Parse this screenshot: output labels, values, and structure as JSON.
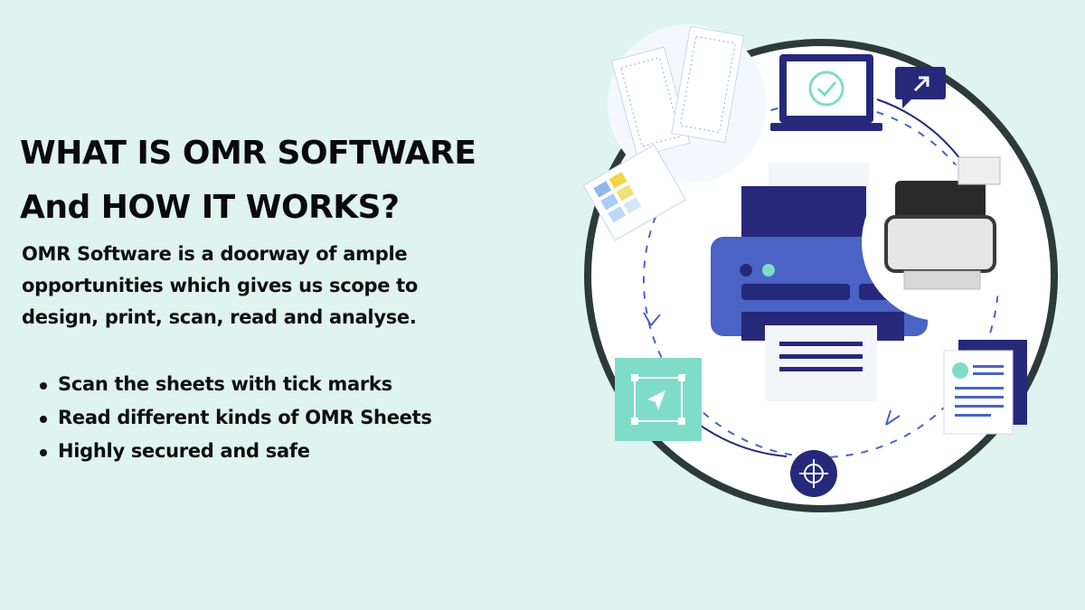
{
  "heading": {
    "line1": "WHAT IS OMR SOFTWARE",
    "line2": "And HOW IT WORKS?"
  },
  "description": "OMR Software is a doorway of ample opportunities which gives us scope to design, print, scan, read and analyse.",
  "bullets": [
    "Scan the sheets with tick marks",
    "Read different kinds of OMR Sheets",
    "Highly secured and safe"
  ],
  "colors": {
    "background": "#dff3ef",
    "ring": "#2d3a3a",
    "navy": "#26297a",
    "blue": "#4a63c4",
    "teal": "#7fdcc8"
  },
  "icons": [
    "omr-sheets-image",
    "laptop-check-icon",
    "cursor-message-icon",
    "printer-icon",
    "scanner-image",
    "document-icon",
    "select-cursor-icon",
    "target-icon"
  ]
}
